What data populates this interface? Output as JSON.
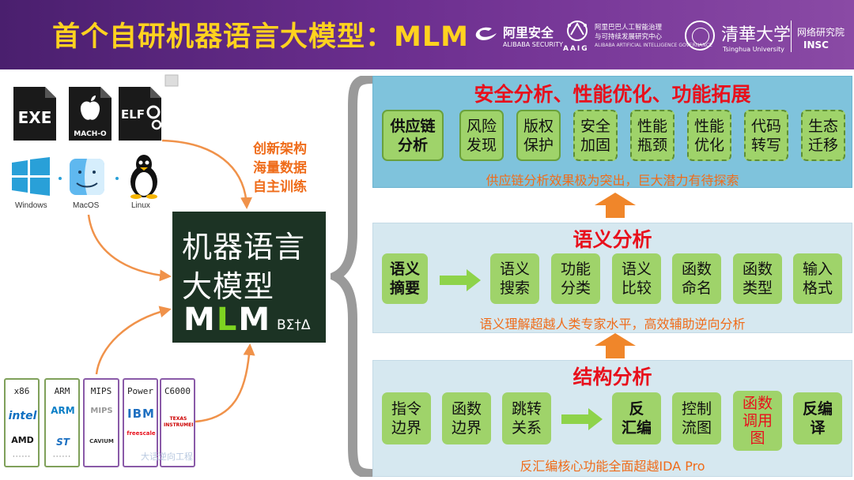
{
  "header": {
    "title": "首个自研机器语言大模型：MLM",
    "alibaba": {
      "name": "阿里安全",
      "sub": "ALIBABA SECURITY"
    },
    "aaig": {
      "name": "AAIG",
      "sub1": "阿里巴巴人工智能治理",
      "sub2": "与可持续发展研究中心",
      "sub3": "ALIBABA ARTIFICIAL INTELLIGENCE GOVERNANCE"
    },
    "tsinghua": {
      "name": "清華大学",
      "sub": "Tsinghua University"
    },
    "insc": {
      "line1": "网络研究院",
      "line2": "INSC"
    }
  },
  "formats": {
    "exe": "EXE",
    "mach": "MACH-O",
    "elf": "ELF"
  },
  "os": {
    "windows": "Windows",
    "mac": "MacOS",
    "linux": "Linux"
  },
  "notes": [
    "创新架构",
    "海量数据",
    "自主训练"
  ],
  "mlm": {
    "line1": "机器语言",
    "line2": "大模型",
    "name_pre": "M",
    "name_l": "L",
    "name_post": "M",
    "beta": "BΣ†Δ"
  },
  "cpus": [
    {
      "name": "x86",
      "brand1": "intel",
      "brand2": "AMD",
      "dots": "······"
    },
    {
      "name": "ARM",
      "brand1": "ARM",
      "brand2": "ST",
      "dots": "······"
    },
    {
      "name": "MIPS",
      "brand1": "MIPS",
      "brand2": "CAVIUM",
      "dots": ""
    },
    {
      "name": "Power",
      "brand1": "IBM",
      "brand2": "freescale",
      "dots": ""
    },
    {
      "name": "C6000",
      "brand1": "TEXAS INSTRUMENTS",
      "brand2": "",
      "dots": ""
    }
  ],
  "watermark": "大话逆向工程",
  "security": {
    "title": "安全分析、性能优化、功能拓展",
    "chips": [
      "供应链\n分析",
      "风险\n发现",
      "版权\n保护",
      "安全\n加固",
      "性能\n瓶颈",
      "性能\n优化",
      "代码\n转写",
      "生态\n迁移"
    ],
    "note": "供应链分析效果极为突出，巨大潜力有待探索"
  },
  "semantic": {
    "title": "语义分析",
    "chips": [
      "语义\n摘要",
      "语义\n搜索",
      "功能\n分类",
      "语义\n比较",
      "函数\n命名",
      "函数\n类型",
      "输入\n格式"
    ],
    "note": "语义理解超越人类专家水平，高效辅助逆向分析"
  },
  "structure": {
    "title": "结构分析",
    "chips": [
      "指令\n边界",
      "函数\n边界",
      "跳转\n关系",
      "反\n汇编",
      "控制\n流图",
      "函数\n调用\n图",
      "反编\n译"
    ],
    "note": "反汇编核心功能全面超越IDA Pro"
  },
  "colors": {
    "header": "#6b2e8e",
    "title": "#ffd21f",
    "chip": "#9fd36a",
    "panel_title": "#e8101c",
    "note": "#ef6c1a",
    "mlm_box": "#1c3324",
    "mlm_l": "#7ed321"
  }
}
